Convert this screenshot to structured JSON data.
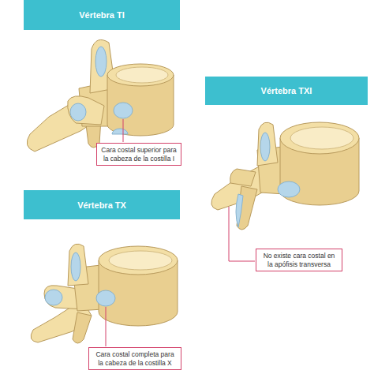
{
  "diagram": {
    "nodes": [
      {
        "text": [
          "Vértebra TI"
        ]
      },
      {
        "text": [
          "Cara costal superior para la cabeza de la costilla I"
        ]
      },
      {
        "text": [
          "Vértebra TXI"
        ]
      },
      {
        "text": [
          "No existe cara costal en la apófisis transversa"
        ]
      },
      {
        "text": [
          "Vértebra TX"
        ]
      },
      {
        "text": [
          "Cara costal completa para la cabeza de la costilla X"
        ]
      }
    ]
  }
}
